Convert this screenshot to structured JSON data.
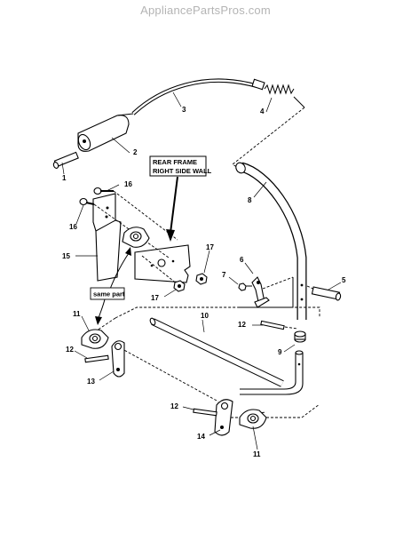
{
  "watermark": "AppliancePartsPros.com",
  "box_label": {
    "line1": "REAR FRAME",
    "line2": "RIGHT SIDE WALL"
  },
  "same_part_label": "same part",
  "callouts": {
    "c1": "1",
    "c2": "2",
    "c3": "3",
    "c4": "4",
    "c5": "5",
    "c6": "6",
    "c7": "7",
    "c8": "8",
    "c9": "9",
    "c10": "10",
    "c11a": "11",
    "c11b": "11",
    "c12a": "12",
    "c12b": "12",
    "c12c": "12",
    "c13": "13",
    "c14": "14",
    "c15": "15",
    "c16a": "16",
    "c16b": "16",
    "c17a": "17",
    "c17b": "17"
  }
}
